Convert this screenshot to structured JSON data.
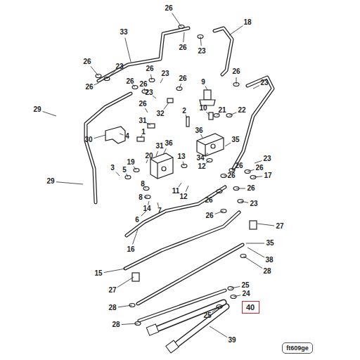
{
  "diagram": {
    "nodes": [
      {
        "text": [
          "40"
        ]
      },
      {
        "text": [
          "ft609ge"
        ]
      }
    ],
    "labels": [
      "26",
      "33",
      "18",
      "26",
      "23",
      "26",
      "23",
      "26",
      "26",
      "23",
      "26",
      "23",
      "26",
      "26",
      "26",
      "23",
      "9",
      "10",
      "29",
      "21",
      "22",
      "2",
      "32",
      "26",
      "31",
      "4",
      "30",
      "36",
      "1",
      "31",
      "36",
      "20",
      "34",
      "35",
      "23",
      "12",
      "13",
      "3",
      "5",
      "19",
      "26",
      "26",
      "26",
      "17",
      "29",
      "8",
      "11",
      "12",
      "26",
      "8",
      "14",
      "7",
      "6",
      "26",
      "23",
      "26",
      "27",
      "16",
      "35",
      "28",
      "38",
      "15",
      "27",
      "25",
      "24",
      "28",
      "25",
      "28",
      "39"
    ]
  }
}
